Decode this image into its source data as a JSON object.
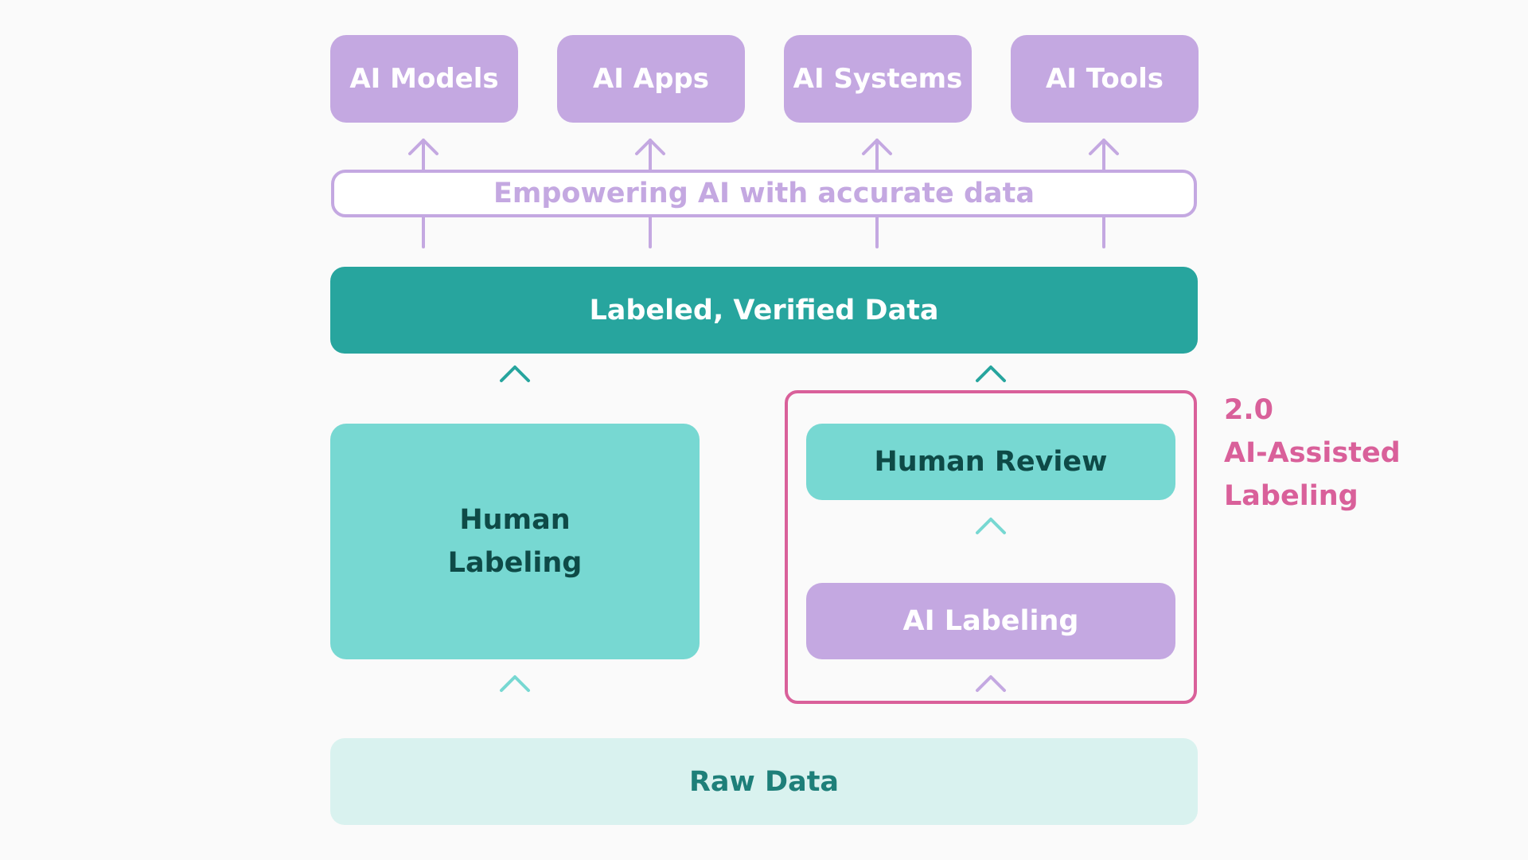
{
  "outputs": [
    "AI Models",
    "AI Apps",
    "AI Systems",
    "AI Tools"
  ],
  "banner": "Empowering AI with accurate data",
  "labeled_data": "Labeled, Verified Data",
  "human_labeling": [
    "Human",
    "Labeling"
  ],
  "human_review": "Human Review",
  "ai_labeling": "AI Labeling",
  "raw_data": "Raw Data",
  "side_label": [
    "2.0",
    "AI-Assisted",
    "Labeling"
  ],
  "colors": {
    "purple": "#c4a8e1",
    "teal_dark": "#27a59e",
    "teal_light": "#77d8d2",
    "mint": "#d9f2ef",
    "pink": "#d9609a"
  }
}
